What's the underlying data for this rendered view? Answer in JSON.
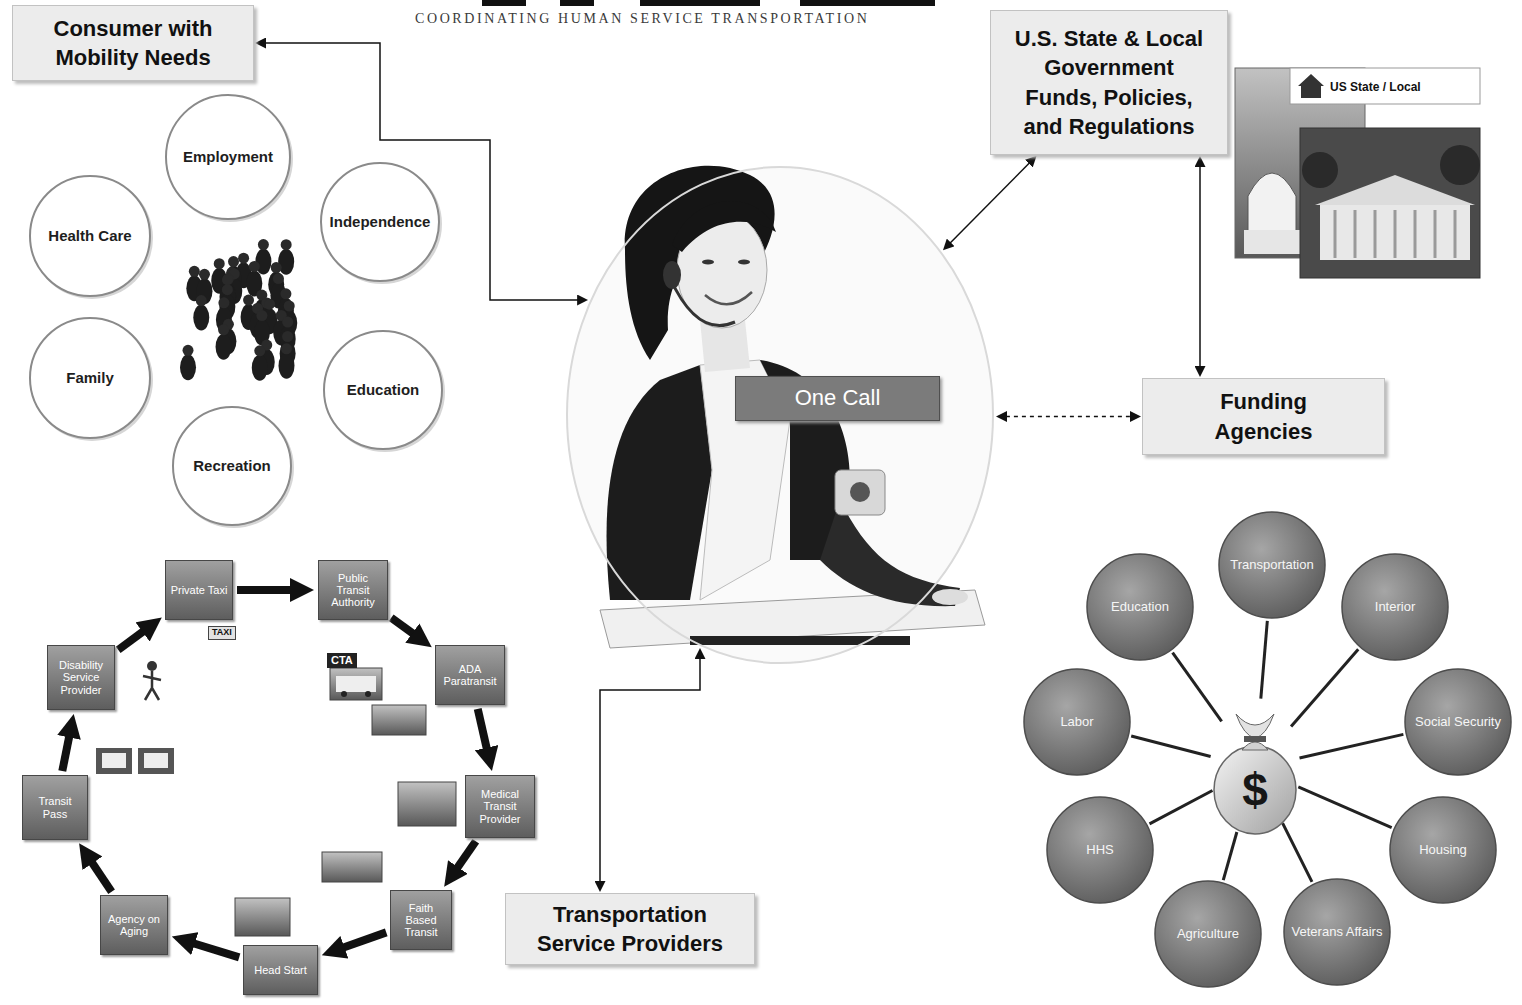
{
  "diagram": {
    "nodes": [
      {
        "text": [
          "Consumer with Mobility Needs"
        ]
      },
      {
        "text": [
          "Employment"
        ]
      },
      {
        "text": [
          "Health Care"
        ]
      },
      {
        "text": [
          "Independence"
        ]
      },
      {
        "text": [
          "Family"
        ]
      },
      {
        "text": [
          "Education"
        ]
      },
      {
        "text": [
          "Recreation"
        ]
      },
      {
        "text": [
          "U.S. State & Local Government Funds, Policies, and Regulations"
        ]
      },
      {
        "text": [
          "One Call"
        ]
      },
      {
        "text": [
          "Funding Agencies"
        ]
      },
      {
        "text": [
          "Private Taxi"
        ]
      },
      {
        "text": [
          "Public Transit Authority"
        ]
      },
      {
        "text": [
          "ADA Paratransit"
        ]
      },
      {
        "text": [
          "Medical Transit Provider"
        ]
      },
      {
        "text": [
          "Faith Based Transit"
        ]
      },
      {
        "text": [
          "Head Start"
        ]
      },
      {
        "text": [
          "Agency on Aging"
        ]
      },
      {
        "text": [
          "Transit Pass"
        ]
      },
      {
        "text": [
          "Disability Service Provider"
        ]
      },
      {
        "text": [
          "Transportation Service Providers"
        ]
      },
      {
        "text": [
          "$"
        ]
      },
      {
        "text": [
          "Transportation"
        ]
      },
      {
        "text": [
          "Interior"
        ]
      },
      {
        "text": [
          "Social Security"
        ]
      },
      {
        "text": [
          "Housing"
        ]
      },
      {
        "text": [
          "Veterans Affairs"
        ]
      },
      {
        "text": [
          "Agriculture"
        ]
      },
      {
        "text": [
          "HHS"
        ]
      },
      {
        "text": [
          "Labor"
        ]
      },
      {
        "text": [
          "Education"
        ]
      }
    ],
    "edges": [
      {
        "from": 0,
        "to": 8,
        "arrow": "both"
      },
      {
        "from": 7,
        "to": 8,
        "arrow": "both"
      },
      {
        "from": 8,
        "to": 9,
        "arrow": "both"
      },
      {
        "from": 7,
        "to": 9,
        "arrow": "both"
      },
      {
        "from": 19,
        "to": 8,
        "arrow": "both"
      },
      {
        "from": 10,
        "to": 11,
        "arrow": "to"
      },
      {
        "from": 11,
        "to": 12,
        "arrow": "to"
      },
      {
        "from": 12,
        "to": 13,
        "arrow": "to"
      },
      {
        "from": 13,
        "to": 14,
        "arrow": "to"
      },
      {
        "from": 14,
        "to": 15,
        "arrow": "to"
      },
      {
        "from": 15,
        "to": 16,
        "arrow": "to"
      },
      {
        "from": 16,
        "to": 17,
        "arrow": "to"
      },
      {
        "from": 17,
        "to": 18,
        "arrow": "to"
      },
      {
        "from": 18,
        "to": 10,
        "arrow": "to"
      },
      {
        "from": 20,
        "to": 21,
        "arrow": "none"
      },
      {
        "from": 20,
        "to": 22,
        "arrow": "none"
      },
      {
        "from": 20,
        "to": 23,
        "arrow": "none"
      },
      {
        "from": 20,
        "to": 24,
        "arrow": "none"
      },
      {
        "from": 20,
        "to": 25,
        "arrow": "none"
      },
      {
        "from": 20,
        "to": 26,
        "arrow": "none"
      },
      {
        "from": 20,
        "to": 27,
        "arrow": "none"
      },
      {
        "from": 20,
        "to": 28,
        "arrow": "none"
      },
      {
        "from": 20,
        "to": 29,
        "arrow": "none"
      }
    ],
    "labels": [
      "COORDINATING HUMAN SERVICE TRANSPORTATION",
      "US State / Local",
      "TAXI",
      "CTA"
    ]
  }
}
